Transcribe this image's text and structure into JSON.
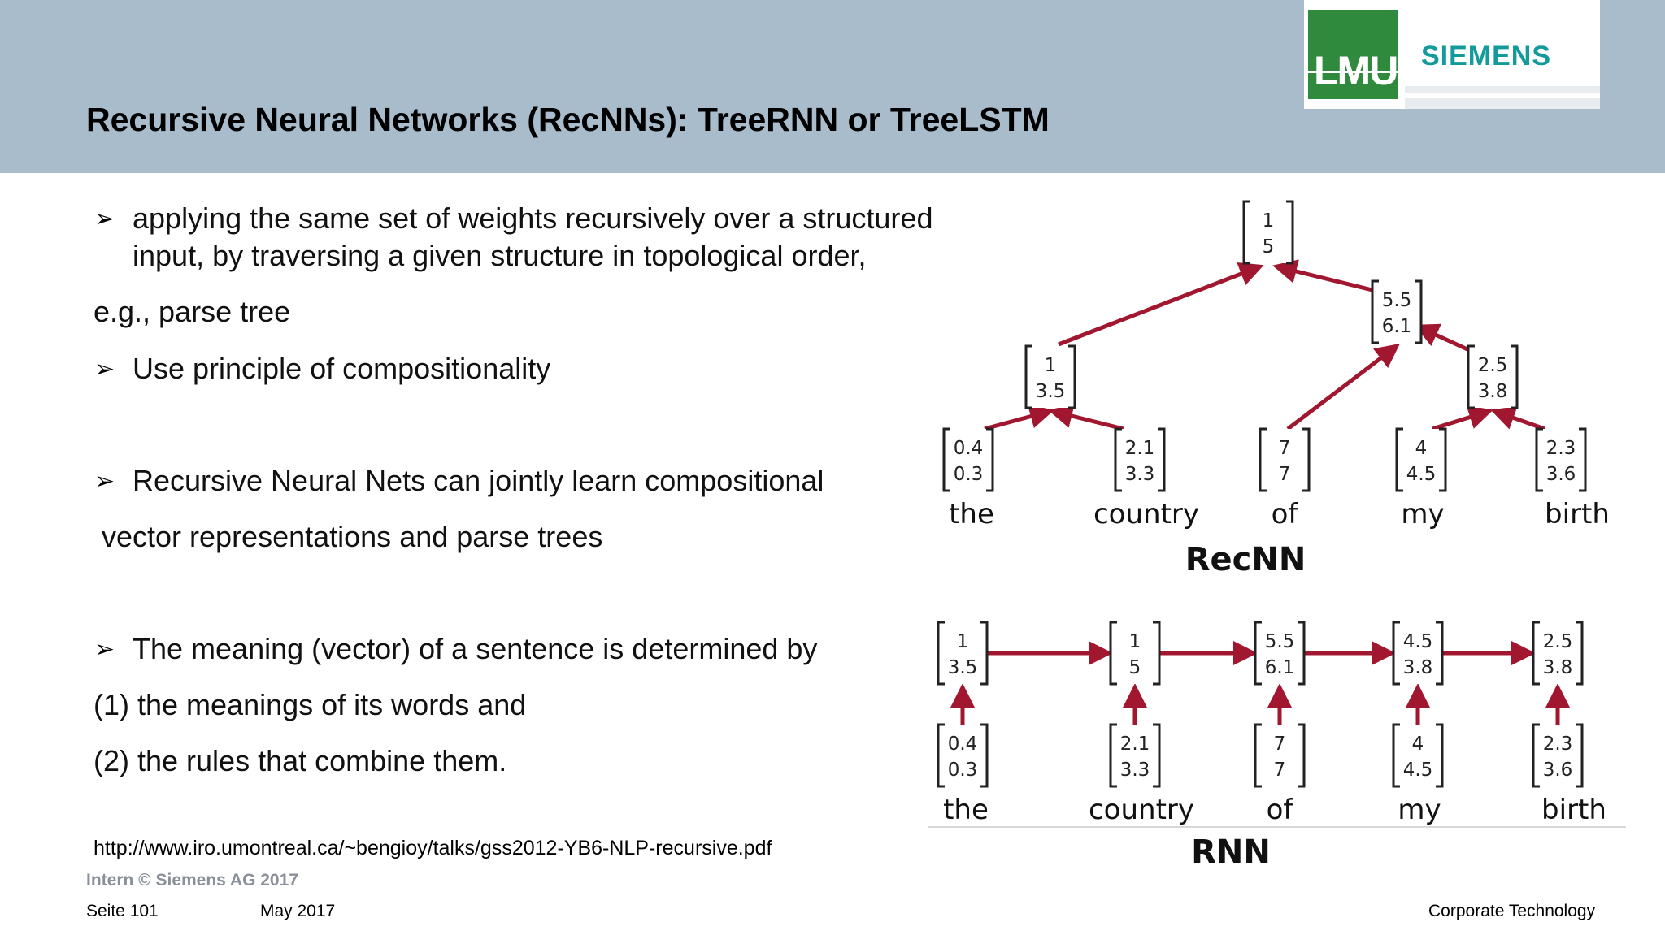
{
  "slide": {
    "title": "Recursive Neural Networks (RecNNs): TreeRNN or TreeLSTM",
    "logo": {
      "lmu": "LMU",
      "siemens": "SIEMENS"
    },
    "bullet_marker": "➢",
    "lines": [
      "applying the same set of weights recursively over a structured",
      "input, by traversing a given structure in topological order,",
      "e.g., parse tree",
      "Use principle of compositionality",
      "Recursive Neural Nets can jointly learn compositional",
      "vector representations and parse trees",
      "The meaning (vector) of a sentence is determined by",
      "(1) the meanings of its words and",
      "(2) the rules that combine them."
    ],
    "url": "http://www.iro.umontreal.ca/~bengioy/talks/gss2012-YB6-NLP-recursive.pdf",
    "footer": {
      "intern": "Intern © Siemens AG 2017",
      "page": "Seite 101",
      "date": "May 2017",
      "dept": "Corporate Technology"
    }
  },
  "diagram": {
    "accent_color": "#a0172f",
    "recnn": {
      "label": "RecNN",
      "words": [
        "the",
        "country",
        "of",
        "my",
        "birth"
      ],
      "leaf_vectors": [
        [
          "0.4",
          "0.3"
        ],
        [
          "2.1",
          "3.3"
        ],
        [
          "7",
          "7"
        ],
        [
          "4",
          "4.5"
        ],
        [
          "2.3",
          "3.6"
        ]
      ],
      "internal_vectors": {
        "root": [
          "1",
          "5"
        ],
        "the_country": [
          "1",
          "3.5"
        ],
        "of_my_birth": [
          "5.5",
          "6.1"
        ],
        "my_birth": [
          "2.5",
          "3.8"
        ]
      }
    },
    "rnn": {
      "label": "RNN",
      "words": [
        "the",
        "country",
        "of",
        "my",
        "birth"
      ],
      "input_vectors": [
        [
          "0.4",
          "0.3"
        ],
        [
          "2.1",
          "3.3"
        ],
        [
          "7",
          "7"
        ],
        [
          "4",
          "4.5"
        ],
        [
          "2.3",
          "3.6"
        ]
      ],
      "hidden_vectors": [
        [
          "1",
          "3.5"
        ],
        [
          "1",
          "5"
        ],
        [
          "5.5",
          "6.1"
        ],
        [
          "4.5",
          "3.8"
        ],
        [
          "2.5",
          "3.8"
        ]
      ]
    }
  }
}
